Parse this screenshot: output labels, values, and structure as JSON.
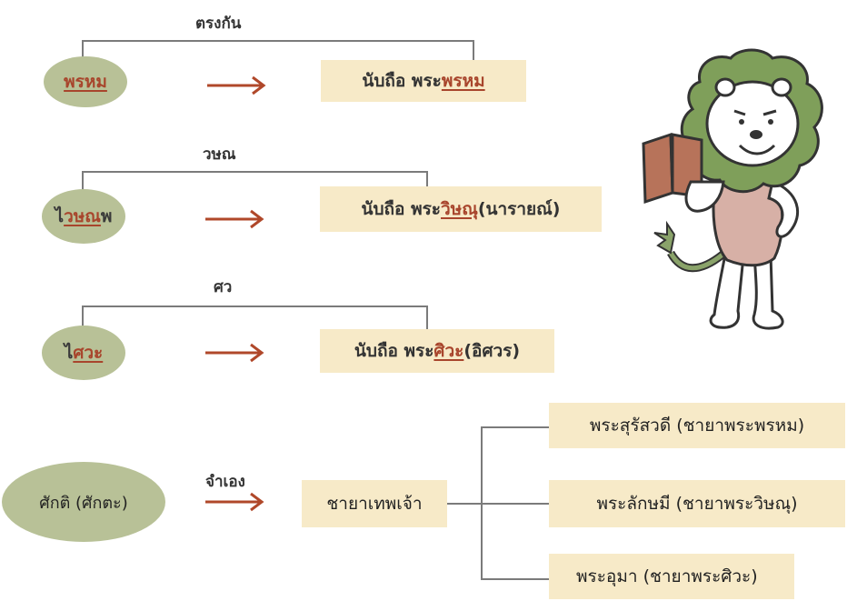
{
  "rows": [
    {
      "label": "ตรงกัน",
      "oval": {
        "pre": "",
        "hl": "พรหม",
        "post": ""
      },
      "box": {
        "pre": "นับถือ พระ",
        "hl": "พรหม",
        "post": ""
      }
    },
    {
      "label": "วษณ",
      "oval": {
        "pre": "ไ",
        "hl": "วษณ",
        "post": "พ"
      },
      "box": {
        "pre": "นับถือ พระ",
        "hl": "วิษณุ",
        "post": " (นารายณ์)"
      }
    },
    {
      "label": "ศว",
      "oval": {
        "pre": "ไ",
        "hl": "ศวะ",
        "post": ""
      },
      "box": {
        "pre": "นับถือ พระ",
        "hl": "ศิวะ",
        "post": " (อิศวร)"
      }
    }
  ],
  "shakti": {
    "oval": "ศักติ (ศักตะ)",
    "label": "จำเอง",
    "center": "ชายาเทพเจ้า",
    "branches": [
      "พระสุรัสวดี (ชายาพระพรหม)",
      "พระลักษมี (ชายาพระวิษณุ)",
      "พระอุมา (ชายาพระศิวะ)"
    ]
  },
  "colors": {
    "oval": "#b8c197",
    "box": "#f7eac8",
    "arrow": "#b0482a",
    "highlight": "#a8452c",
    "line": "#7b7b7b"
  },
  "mascot": "lion-reading-book"
}
